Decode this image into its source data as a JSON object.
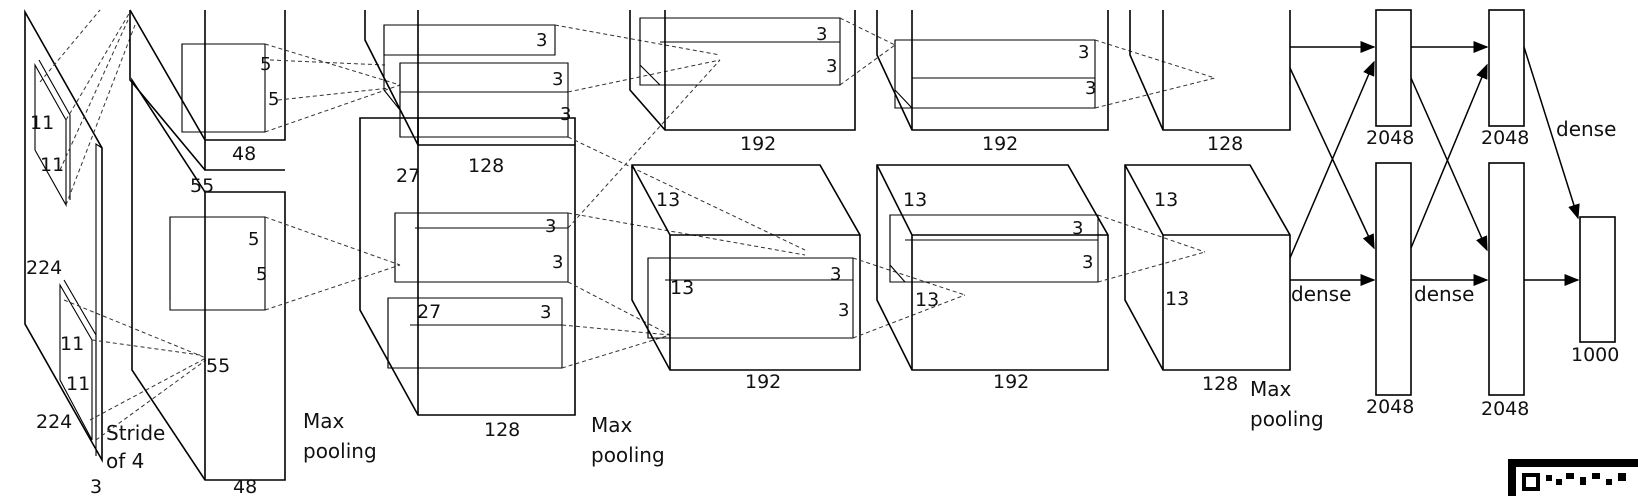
{
  "input": {
    "w": "224",
    "h": "224",
    "c": "3",
    "k1": "11",
    "k2": "11",
    "k3": "11",
    "k4": "11",
    "stride1": "Stride",
    "stride2": "of 4"
  },
  "conv1": {
    "top_depth": "48",
    "bottom_depth": "48",
    "size": "55",
    "size2": "55",
    "k1": "5",
    "k2": "5",
    "k3": "5",
    "k4": "5",
    "pool1": "Max",
    "pool2": "pooling"
  },
  "conv2": {
    "size": "27",
    "size2": "27",
    "top_depth": "128",
    "bottom_depth": "128",
    "k": [
      "3",
      "3",
      "3",
      "3",
      "3",
      "3"
    ],
    "pool1": "Max",
    "pool2": "pooling"
  },
  "conv3": {
    "top_depth": "192",
    "bottom_depth": "192",
    "size": "13",
    "size2": "13",
    "k": [
      "3",
      "3",
      "3",
      "3"
    ]
  },
  "conv4": {
    "top_depth": "192",
    "bottom_depth": "192",
    "size": "13",
    "size2": "13",
    "k": [
      "3",
      "3",
      "3",
      "3"
    ]
  },
  "conv5": {
    "top_depth": "128",
    "bottom_depth": "128",
    "size": "13",
    "size2": "13",
    "pool1": "Max",
    "pool2": "pooling"
  },
  "fc": {
    "fc6_top": "2048",
    "fc6_bottom": "2048",
    "fc7_top": "2048",
    "fc7_bottom": "2048",
    "out": "1000",
    "dense1": "dense",
    "dense2": "dense",
    "dense3": "dense"
  }
}
